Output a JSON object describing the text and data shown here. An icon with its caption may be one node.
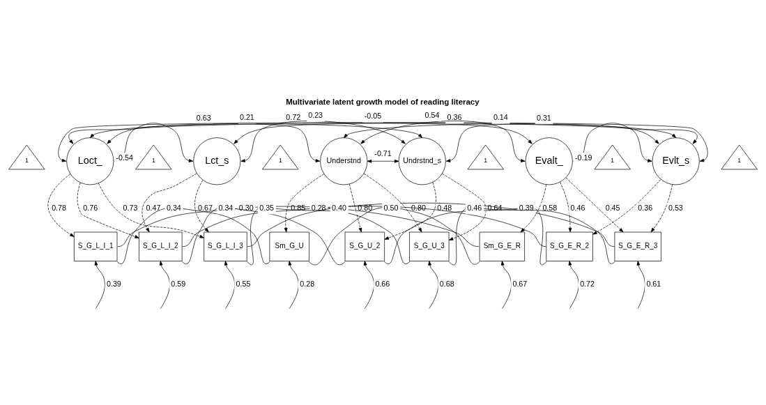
{
  "diagram": {
    "title": "Multivariate latent growth model of reading literacy",
    "nodes": [
      {
        "text": [
          "1"
        ]
      },
      {
        "text": [
          "Loct_"
        ]
      },
      {
        "text": [
          "1"
        ]
      },
      {
        "text": [
          "Lct_s"
        ]
      },
      {
        "text": [
          "1"
        ]
      },
      {
        "text": [
          "Understnd"
        ]
      },
      {
        "text": [
          "Undrstnd_s"
        ]
      },
      {
        "text": [
          "1"
        ]
      },
      {
        "text": [
          "Evalt_"
        ]
      },
      {
        "text": [
          "1"
        ]
      },
      {
        "text": [
          "Evlt_s"
        ]
      },
      {
        "text": [
          "1"
        ]
      },
      {
        "text": [
          "S_G_L_I_1"
        ]
      },
      {
        "text": [
          "S_G_L_I_2"
        ]
      },
      {
        "text": [
          "S_G_L_I_3"
        ]
      },
      {
        "text": [
          "Sm_G_U"
        ]
      },
      {
        "text": [
          "S_G_U_2"
        ]
      },
      {
        "text": [
          "S_G_U_3"
        ]
      },
      {
        "text": [
          "Sm_G_E_R"
        ]
      },
      {
        "text": [
          "S_G_E_R_2"
        ]
      },
      {
        "text": [
          "S_G_E_R_3"
        ]
      }
    ],
    "edges": [
      {
        "from": 1,
        "to": 12,
        "arrow": "to",
        "label": "0.78",
        "style": "dashed"
      },
      {
        "from": 1,
        "to": 13,
        "arrow": "to",
        "label": "0.76",
        "style": "dashed"
      },
      {
        "from": 1,
        "to": 14,
        "arrow": "to",
        "label": "0.73",
        "style": "dashed"
      },
      {
        "from": 3,
        "to": 13,
        "arrow": "to",
        "label": "0.47",
        "style": "dashed"
      },
      {
        "from": 3,
        "to": 14,
        "arrow": "to",
        "label": "0.67",
        "style": "dashed"
      },
      {
        "from": 5,
        "to": 15,
        "arrow": "to",
        "label": "0.85",
        "style": "dashed"
      },
      {
        "from": 5,
        "to": 16,
        "arrow": "to",
        "label": "0.80",
        "style": "dashed"
      },
      {
        "from": 5,
        "to": 17,
        "arrow": "to",
        "label": "0.80",
        "style": "dashed"
      },
      {
        "from": 6,
        "to": 16,
        "arrow": "to",
        "label": "0.48",
        "style": "dashed"
      },
      {
        "from": 6,
        "to": 17,
        "arrow": "to",
        "label": "0.64",
        "style": "dashed"
      },
      {
        "from": 8,
        "to": 18,
        "arrow": "to",
        "label": "0.58",
        "style": "dashed"
      },
      {
        "from": 8,
        "to": 19,
        "arrow": "to",
        "label": "0.46",
        "style": "dashed"
      },
      {
        "from": 8,
        "to": 20,
        "arrow": "to",
        "label": "0.45",
        "style": "dashed"
      },
      {
        "from": 10,
        "to": 19,
        "arrow": "to",
        "label": "0.36",
        "style": "dashed"
      },
      {
        "from": 10,
        "to": 20,
        "arrow": "to",
        "label": "0.53",
        "style": "dashed"
      },
      {
        "from": 1,
        "to": 3,
        "arrow": "both",
        "label": "-0.54"
      },
      {
        "from": 1,
        "to": 5,
        "arrow": "both",
        "label": "0.63"
      },
      {
        "from": 1,
        "to": 6,
        "arrow": "both",
        "label": "0.21"
      },
      {
        "from": 1,
        "to": 8,
        "arrow": "both",
        "label": "0.72"
      },
      {
        "from": 3,
        "to": 6,
        "arrow": "both",
        "label": "0.23"
      },
      {
        "from": 1,
        "to": 10,
        "arrow": "both",
        "label": "-0.05"
      },
      {
        "from": 5,
        "to": 6,
        "arrow": "both",
        "label": "-0.71"
      },
      {
        "from": 3,
        "to": 10,
        "arrow": "both",
        "label": "0.36"
      },
      {
        "from": 5,
        "to": 8,
        "arrow": "both",
        "label": "0.54"
      },
      {
        "from": 5,
        "to": 10,
        "arrow": "both",
        "label": "0.14"
      },
      {
        "from": 6,
        "to": 10,
        "arrow": "both",
        "label": "0.31"
      },
      {
        "from": 8,
        "to": 10,
        "arrow": "both",
        "label": "-0.19"
      },
      {
        "from": null,
        "to": 12,
        "arrow": "to",
        "label": "0.39"
      },
      {
        "from": null,
        "to": 13,
        "arrow": "to",
        "label": "0.59"
      },
      {
        "from": null,
        "to": 14,
        "arrow": "to",
        "label": "0.55"
      },
      {
        "from": null,
        "to": 15,
        "arrow": "to",
        "label": "0.28"
      },
      {
        "from": null,
        "to": 16,
        "arrow": "to",
        "label": "0.66"
      },
      {
        "from": null,
        "to": 17,
        "arrow": "to",
        "label": "0.68"
      },
      {
        "from": null,
        "to": 18,
        "arrow": "to",
        "label": "0.67"
      },
      {
        "from": null,
        "to": 19,
        "arrow": "to",
        "label": "0.72"
      },
      {
        "from": null,
        "to": 20,
        "arrow": "to",
        "label": "0.61"
      },
      {
        "from": 12,
        "to": 15,
        "arrow": "none",
        "label": "0.34"
      },
      {
        "from": 13,
        "to": 16,
        "arrow": "none",
        "label": "0.34"
      },
      {
        "from": 14,
        "to": 17,
        "arrow": "none",
        "label": "0.35"
      },
      {
        "from": 15,
        "to": 18,
        "arrow": "none",
        "label": "0.50"
      },
      {
        "from": 16,
        "to": 19,
        "arrow": "none",
        "label": "0.39"
      },
      {
        "from": 17,
        "to": 20,
        "arrow": "none",
        "label": "0.46"
      },
      {
        "from": 12,
        "to": 18,
        "arrow": "none",
        "label": "0.30"
      },
      {
        "from": 13,
        "to": 19,
        "arrow": "none",
        "label": "0.28"
      },
      {
        "from": 14,
        "to": 20,
        "arrow": "none",
        "label": "0.40"
      }
    ]
  }
}
